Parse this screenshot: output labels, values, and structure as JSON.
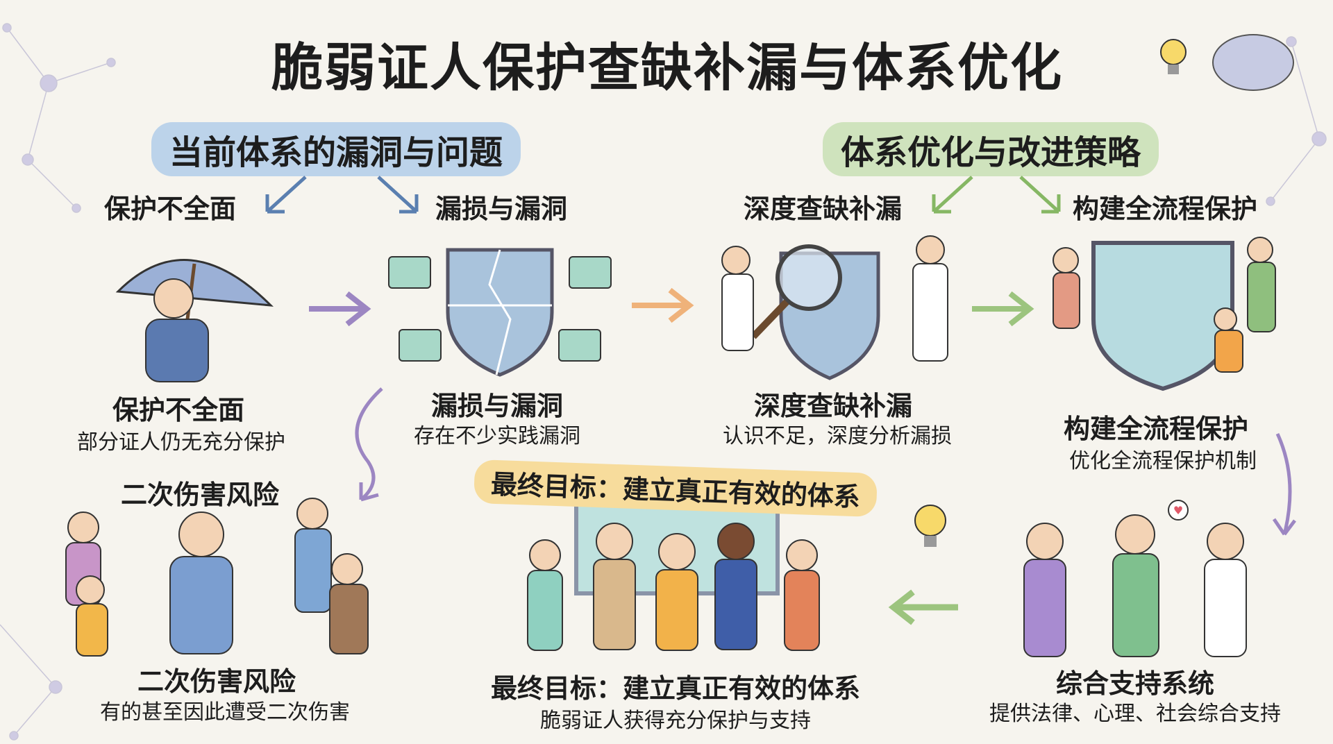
{
  "title": "脆弱证人保护查缺补漏与体系优化",
  "sections": {
    "problems": "当前体系的漏洞与问题",
    "optimization": "体系优化与改进策略"
  },
  "top_labels": [
    "保护不全面",
    "漏损与漏洞",
    "深度查缺补漏",
    "构建全流程保护"
  ],
  "panels": [
    {
      "title": "保护不全面",
      "subtitle": "部分证人仍无充分保护"
    },
    {
      "title": "漏损与漏洞",
      "subtitle": "存在不少实践漏洞"
    },
    {
      "title": "深度查缺补漏",
      "subtitle": "认识不足，深度分析漏损"
    },
    {
      "title": "构建全流程保护",
      "subtitle": "优化全流程保护机制"
    },
    {
      "title": "二次伤害风险",
      "subtitle": "有的甚至因此遭受二次伤害",
      "top_label": "二次伤害风险"
    },
    {
      "title": "最终目标：建立真正有效的体系",
      "subtitle": "脆弱证人获得充分保护与支持",
      "banner": "最终目标：建立真正有效的体系"
    },
    {
      "title": "综合支持系统",
      "subtitle": "提供法律、心理、社会综合支持"
    }
  ],
  "colors": {
    "blue_highlight": "#bcd3ea",
    "green_highlight": "#cfe3bd",
    "yellow_highlight": "#f7dc9c",
    "purple_arrow": "#9c86c2",
    "orange_arrow": "#efb27a",
    "green_arrow": "#9cc47e"
  }
}
